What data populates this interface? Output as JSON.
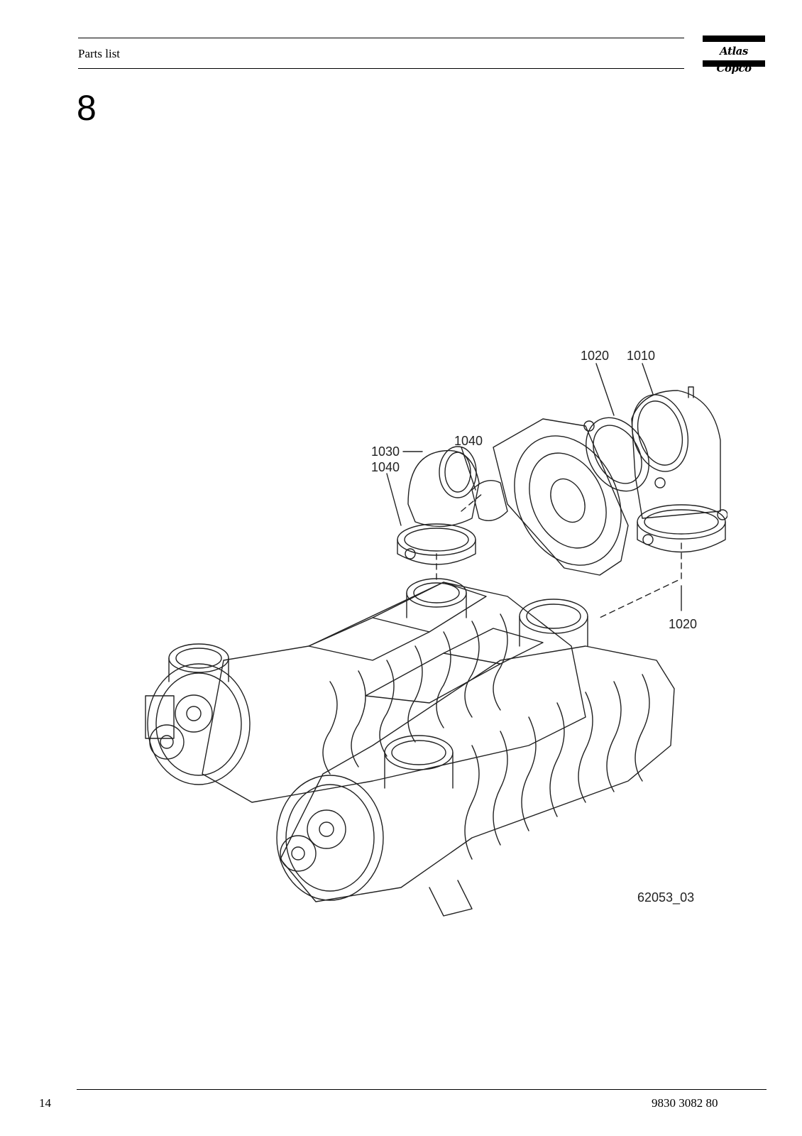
{
  "header": {
    "section_label": "Parts list",
    "logo_text": "Atlas Copco"
  },
  "chapter": {
    "number": "8"
  },
  "figure": {
    "callouts": {
      "c1020_top": "1020",
      "c1010": "1010",
      "c1030": "1030",
      "c1040_left": "1040",
      "c1040_right": "1040",
      "c1020_right": "1020"
    },
    "drawing_id": "62053_03"
  },
  "footer": {
    "page_number": "14",
    "document_number": "9830 3082 80"
  }
}
